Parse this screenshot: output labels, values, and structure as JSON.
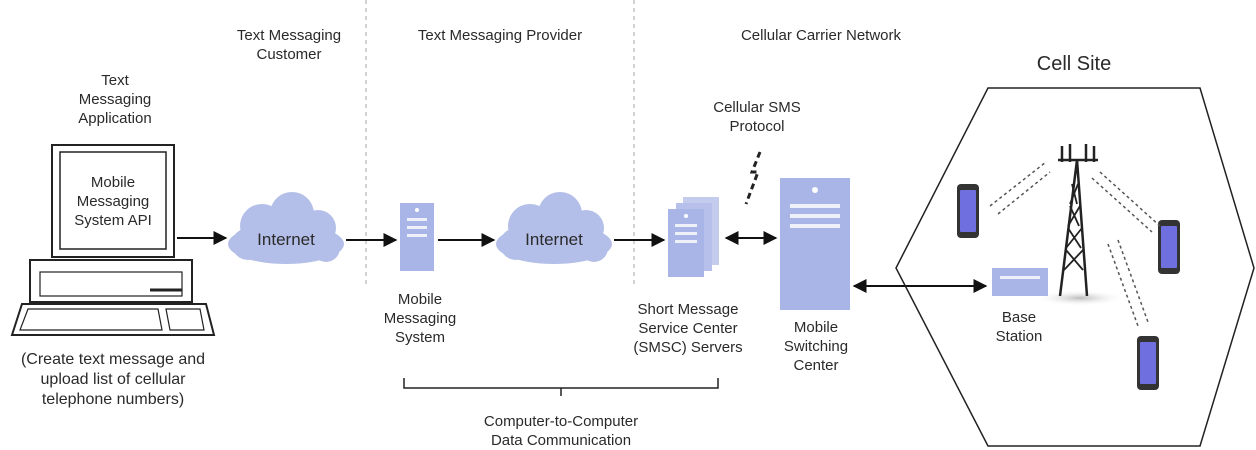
{
  "columns": {
    "customer": "Text Messaging\nCustomer",
    "provider": "Text Messaging Provider",
    "carrier": "Cellular Carrier Network"
  },
  "computer": {
    "app_label": "Text\nMessaging\nApplication",
    "screen_text": "Mobile\nMessaging\nSystem API",
    "caption": "(Create text message and\nupload list of cellular\ntelephone numbers)"
  },
  "clouds": {
    "first": "Internet",
    "second": "Internet"
  },
  "mobile_messaging_system": "Mobile\nMessaging\nSystem",
  "smsc": "Short Message\nService Center\n(SMSC) Servers",
  "protocol": "Cellular SMS\nProtocol",
  "msc": "Mobile\nSwitching\nCenter",
  "bracket_label": "Computer-to-Computer\nData Communication",
  "cell_site": {
    "title": "Cell Site",
    "base_station": "Base\nStation"
  },
  "colors": {
    "server_blue": "#a9b5e6",
    "cloud_blue": "#b4bfe9",
    "phone_purple": "#6f6fe0",
    "line": "#111111"
  }
}
